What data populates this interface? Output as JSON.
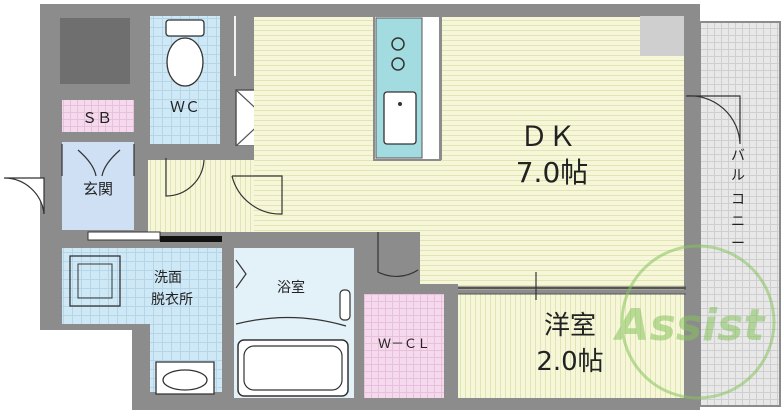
{
  "rooms": {
    "dk": {
      "name": "ＤＫ",
      "size": "7.0帖"
    },
    "western": {
      "name": "洋室",
      "size": "2.0帖"
    },
    "wc": "ＷＣ",
    "sb": "ＳＢ",
    "entrance": "玄関",
    "washroom": [
      "洗面",
      "脱衣所"
    ],
    "bath": "浴室",
    "wcl": "Ｗ－ＣＬ",
    "balcony": [
      "バ",
      "ル",
      "コ",
      "ニ",
      "ー"
    ]
  },
  "watermark": "Assist",
  "colors": {
    "wall": "#8c8c8c",
    "dk_floor": "#f6f7d8",
    "wc_floor": "#cfe8f6",
    "sb_floor": "#f5d9ec",
    "entrance_floor": "#cfe0f4",
    "wash_floor": "#cfe8f6",
    "bath_floor": "#e3f1f8",
    "wcl_floor": "#f5d9ec",
    "kitchen": "#a3dce0",
    "balcony": "#e4e4e4",
    "dark_void": "#6f6f6f",
    "watermark": "#86c35d"
  }
}
